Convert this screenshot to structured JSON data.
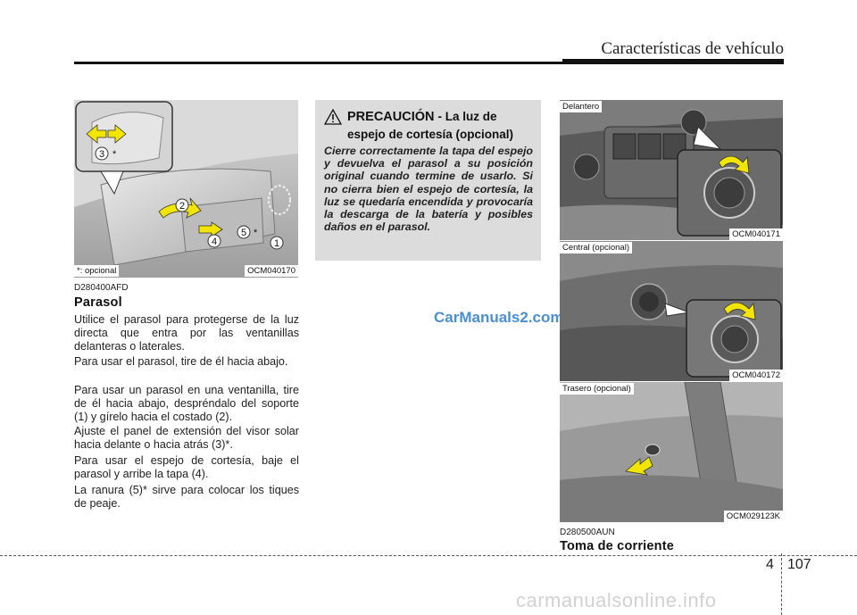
{
  "header": {
    "title": "Características de vehículo"
  },
  "figure_visor": {
    "code": "OCM040170",
    "note": "*: opcional",
    "callouts": [
      "3",
      "2",
      "5",
      "4",
      "1"
    ],
    "asterisk": "*"
  },
  "section_parasol": {
    "code": "D280400AFD",
    "title": "Parasol",
    "paragraphs": [
      "Utilice el parasol para protegerse de la luz directa que entra por las ventanillas delanteras o laterales.",
      "Para usar el parasol, tire de él hacia abajo.",
      "Para usar un parasol en una ventanilla, tire de él hacia abajo, despréndalo del soporte (1) y gírelo hacia el costado (2).",
      "Ajuste el panel de extensión del visor solar hacia delante o hacia atrás (3)*.",
      "Para usar el espejo de cortesía, baje el parasol y arribe la tapa (4).",
      "La ranura (5)* sirve para colocar los tiques de peaje."
    ]
  },
  "caution": {
    "title": "PRECAUCIÓN",
    "subtitle_a": "- La luz de",
    "subtitle_b": "espejo de cortesía (opcional)",
    "body": "Cierre correctamente la tapa del espejo y devuelva el parasol a su posición original cuando termine de usarlo. Si no cierra bien el espejo de cortesía, la luz se quedaría encendida y provocaría la descarga de la batería y posibles daños en el parasol."
  },
  "watermark": "CarManuals2.com",
  "figure_front": {
    "label": "Delantero",
    "code": "OCM040171"
  },
  "figure_center": {
    "label": "Central (opcional)",
    "code": "OCM040172"
  },
  "figure_rear": {
    "label": "Trasero (opcional)",
    "code": "OCM029123K"
  },
  "section_power": {
    "code": "D280500AUN",
    "title": "Toma de corriente"
  },
  "footer": {
    "chapter": "4",
    "page": "107",
    "site": "carmanualsonline.info"
  },
  "colors": {
    "arrow_yellow": "#f2e600",
    "panel_gray": "#dcdcdc",
    "rule": "#111111"
  }
}
